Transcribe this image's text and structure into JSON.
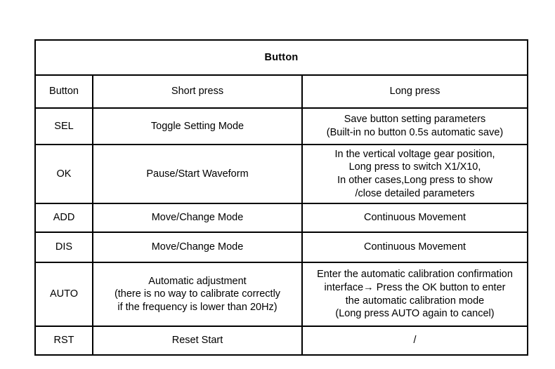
{
  "table": {
    "title": "Button",
    "columns": {
      "key": "Button",
      "short": "Short press",
      "long": "Long press"
    },
    "rows": [
      {
        "key": "SEL",
        "short": [
          "Toggle Setting Mode"
        ],
        "long": [
          "Save button setting parameters",
          "(Built-in no button 0.5s automatic save)"
        ]
      },
      {
        "key": "OK",
        "short": [
          "Pause/Start Waveform"
        ],
        "long": [
          "In the vertical voltage gear position,",
          "Long press to switch X1/X10,",
          "In other cases,Long press to show",
          "/close detailed parameters"
        ]
      },
      {
        "key": "ADD",
        "short": [
          "Move/Change Mode"
        ],
        "long": [
          "Continuous Movement"
        ]
      },
      {
        "key": "DIS",
        "short": [
          "Move/Change Mode"
        ],
        "long": [
          "Continuous Movement"
        ]
      },
      {
        "key": "AUTO",
        "short": [
          "Automatic adjustment",
          "(there is no way to calibrate correctly",
          "if the frequency is lower than 20Hz)"
        ],
        "long": [
          "Enter the automatic calibration confirmation",
          "interface→ Press the OK button to enter",
          "the automatic calibration mode",
          "(Long press AUTO again to cancel)"
        ]
      },
      {
        "key": "RST",
        "short": [
          "Reset Start"
        ],
        "long": [
          "/"
        ]
      }
    ]
  },
  "colors": {
    "background": "#ffffff",
    "border": "#000000",
    "text": "#000000"
  }
}
